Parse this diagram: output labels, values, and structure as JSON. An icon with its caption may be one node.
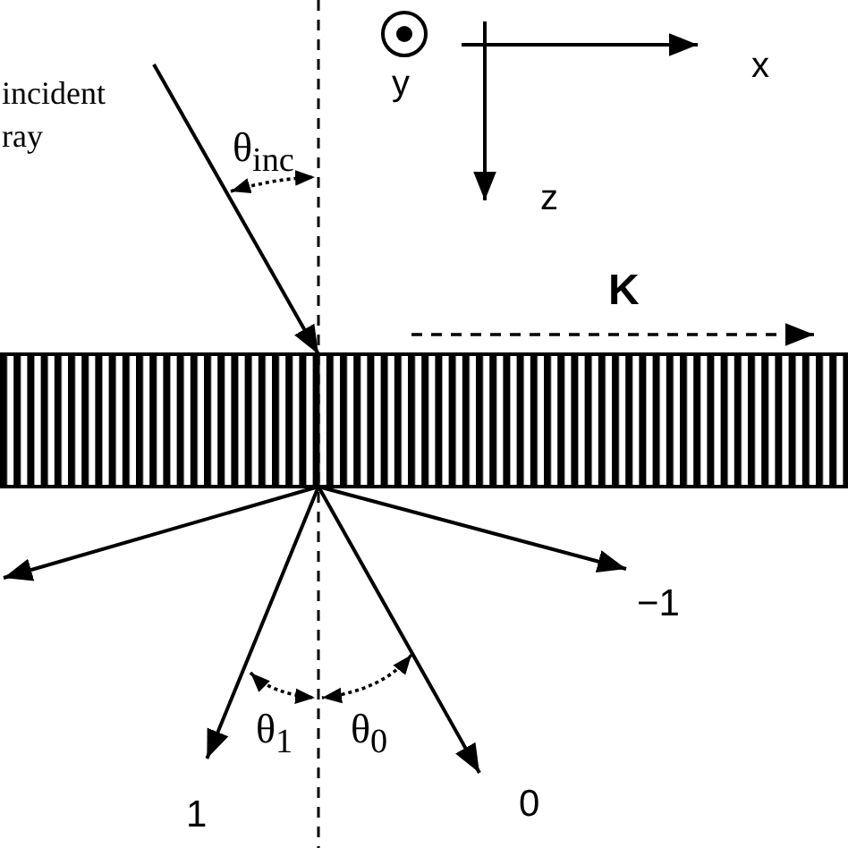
{
  "diagram": {
    "nodes": [
      {
        "text": [],
        "shape": "bar"
      },
      {
        "text": [
          "−1"
        ]
      },
      {
        "text": [
          "0"
        ]
      },
      {
        "text": [
          "1"
        ]
      }
    ],
    "edges": [
      {
        "from": null,
        "to": 0,
        "arrow": "to"
      },
      {
        "from": 0,
        "to": 1,
        "arrow": "to"
      },
      {
        "from": 0,
        "to": 2,
        "arrow": "to"
      },
      {
        "from": 0,
        "to": 3,
        "arrow": "to"
      },
      {
        "from": 0,
        "to": null,
        "arrow": "to"
      }
    ],
    "labels": [
      "incident ray",
      "θ$_{inc}$",
      "y",
      "x",
      "z",
      "K",
      "θ$_{1}$",
      "θ$_{0}$"
    ]
  }
}
